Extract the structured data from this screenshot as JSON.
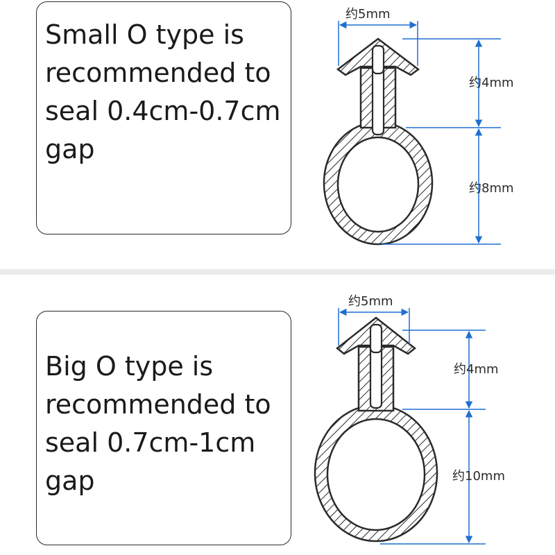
{
  "colors": {
    "dimension_line": "#1f6fd1",
    "outline": "#2a2a2a",
    "separator": "#ececec"
  },
  "panels": [
    {
      "text": "Small O type is\nrecommended to\nseal 0.4cm-0.7cm\ngap",
      "width_label": "约5mm",
      "stem_label": "约4mm",
      "ring_label": "约8mm"
    },
    {
      "text": "Big O type is\nrecommended to\nseal 0.7cm-1cm\ngap",
      "width_label": "约5mm",
      "stem_label": "约4mm",
      "ring_label": "约10mm"
    }
  ]
}
